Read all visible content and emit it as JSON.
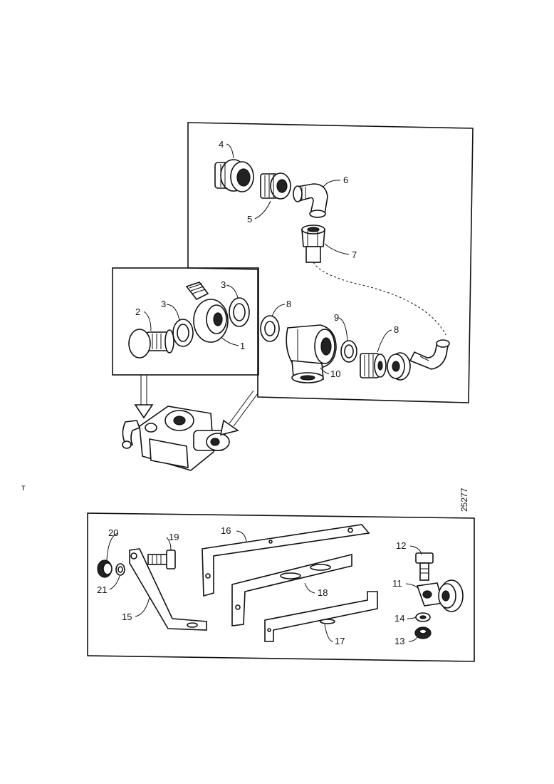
{
  "diagram": {
    "reference_number": "25277",
    "stray_mark": "т",
    "callouts": {
      "upper": {
        "c1": "1",
        "c2": "2",
        "c3a": "3",
        "c3b": "3",
        "c4": "4",
        "c5": "5",
        "c6": "6",
        "c7": "7",
        "c8a": "8",
        "c8b": "8",
        "c9": "9",
        "c10": "10"
      },
      "lower": {
        "c11": "11",
        "c12": "12",
        "c13": "13",
        "c14": "14",
        "c15": "15",
        "c16": "16",
        "c17": "17",
        "c18": "18",
        "c19": "19",
        "c20": "20",
        "c21": "21"
      }
    }
  }
}
